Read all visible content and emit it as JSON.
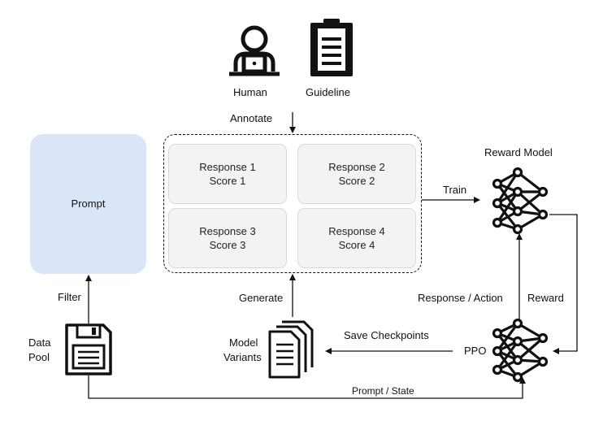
{
  "labels": {
    "human": "Human",
    "guideline": "Guideline",
    "annotate": "Annotate",
    "prompt": "Prompt",
    "reward_model": "Reward Model",
    "train": "Train",
    "filter": "Filter",
    "data_pool_line1": "Data",
    "data_pool_line2": "Pool",
    "generate": "Generate",
    "response_action": "Response / Action",
    "reward": "Reward",
    "save_checkpoints": "Save Checkpoints",
    "ppo": "PPO",
    "model_variants_line1": "Model",
    "model_variants_line2": "Variants",
    "prompt_state": "Prompt / State"
  },
  "responses": [
    {
      "response": "Response 1",
      "score": "Score 1"
    },
    {
      "response": "Response 2",
      "score": "Score 2"
    },
    {
      "response": "Response 3",
      "score": "Score 3"
    },
    {
      "response": "Response 4",
      "score": "Score 4"
    }
  ],
  "colors": {
    "prompt_fill": "#dae6f8",
    "cell_fill": "#f3f3f3",
    "ink": "#111111"
  },
  "icons": [
    "human-laptop-icon",
    "clipboard-icon",
    "neural-network-icon",
    "floppy-disk-icon",
    "documents-stack-icon"
  ]
}
